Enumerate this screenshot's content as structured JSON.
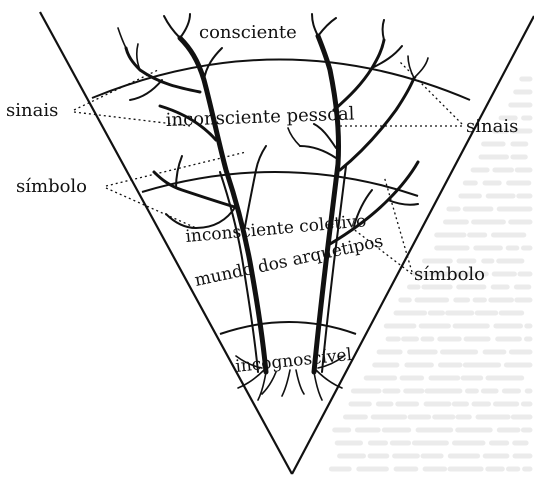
{
  "labels": {
    "consciente": "consciente",
    "inconsciente_pessoal": "inconsciente pessoal",
    "inconsciente_coletivo": "inconsciente coletivo",
    "mundo_arquetipos": "mundo dos arquetipos",
    "incognoscivel": "incognoscível",
    "sinais_left": "sinais",
    "sinais_right": "sinais",
    "simbolo_left": "símbolo",
    "simbolo_right": "símbolo"
  },
  "colors": {
    "ink": "#111111",
    "paper": "#ffffff",
    "faded_text": "#d6d6d6"
  }
}
